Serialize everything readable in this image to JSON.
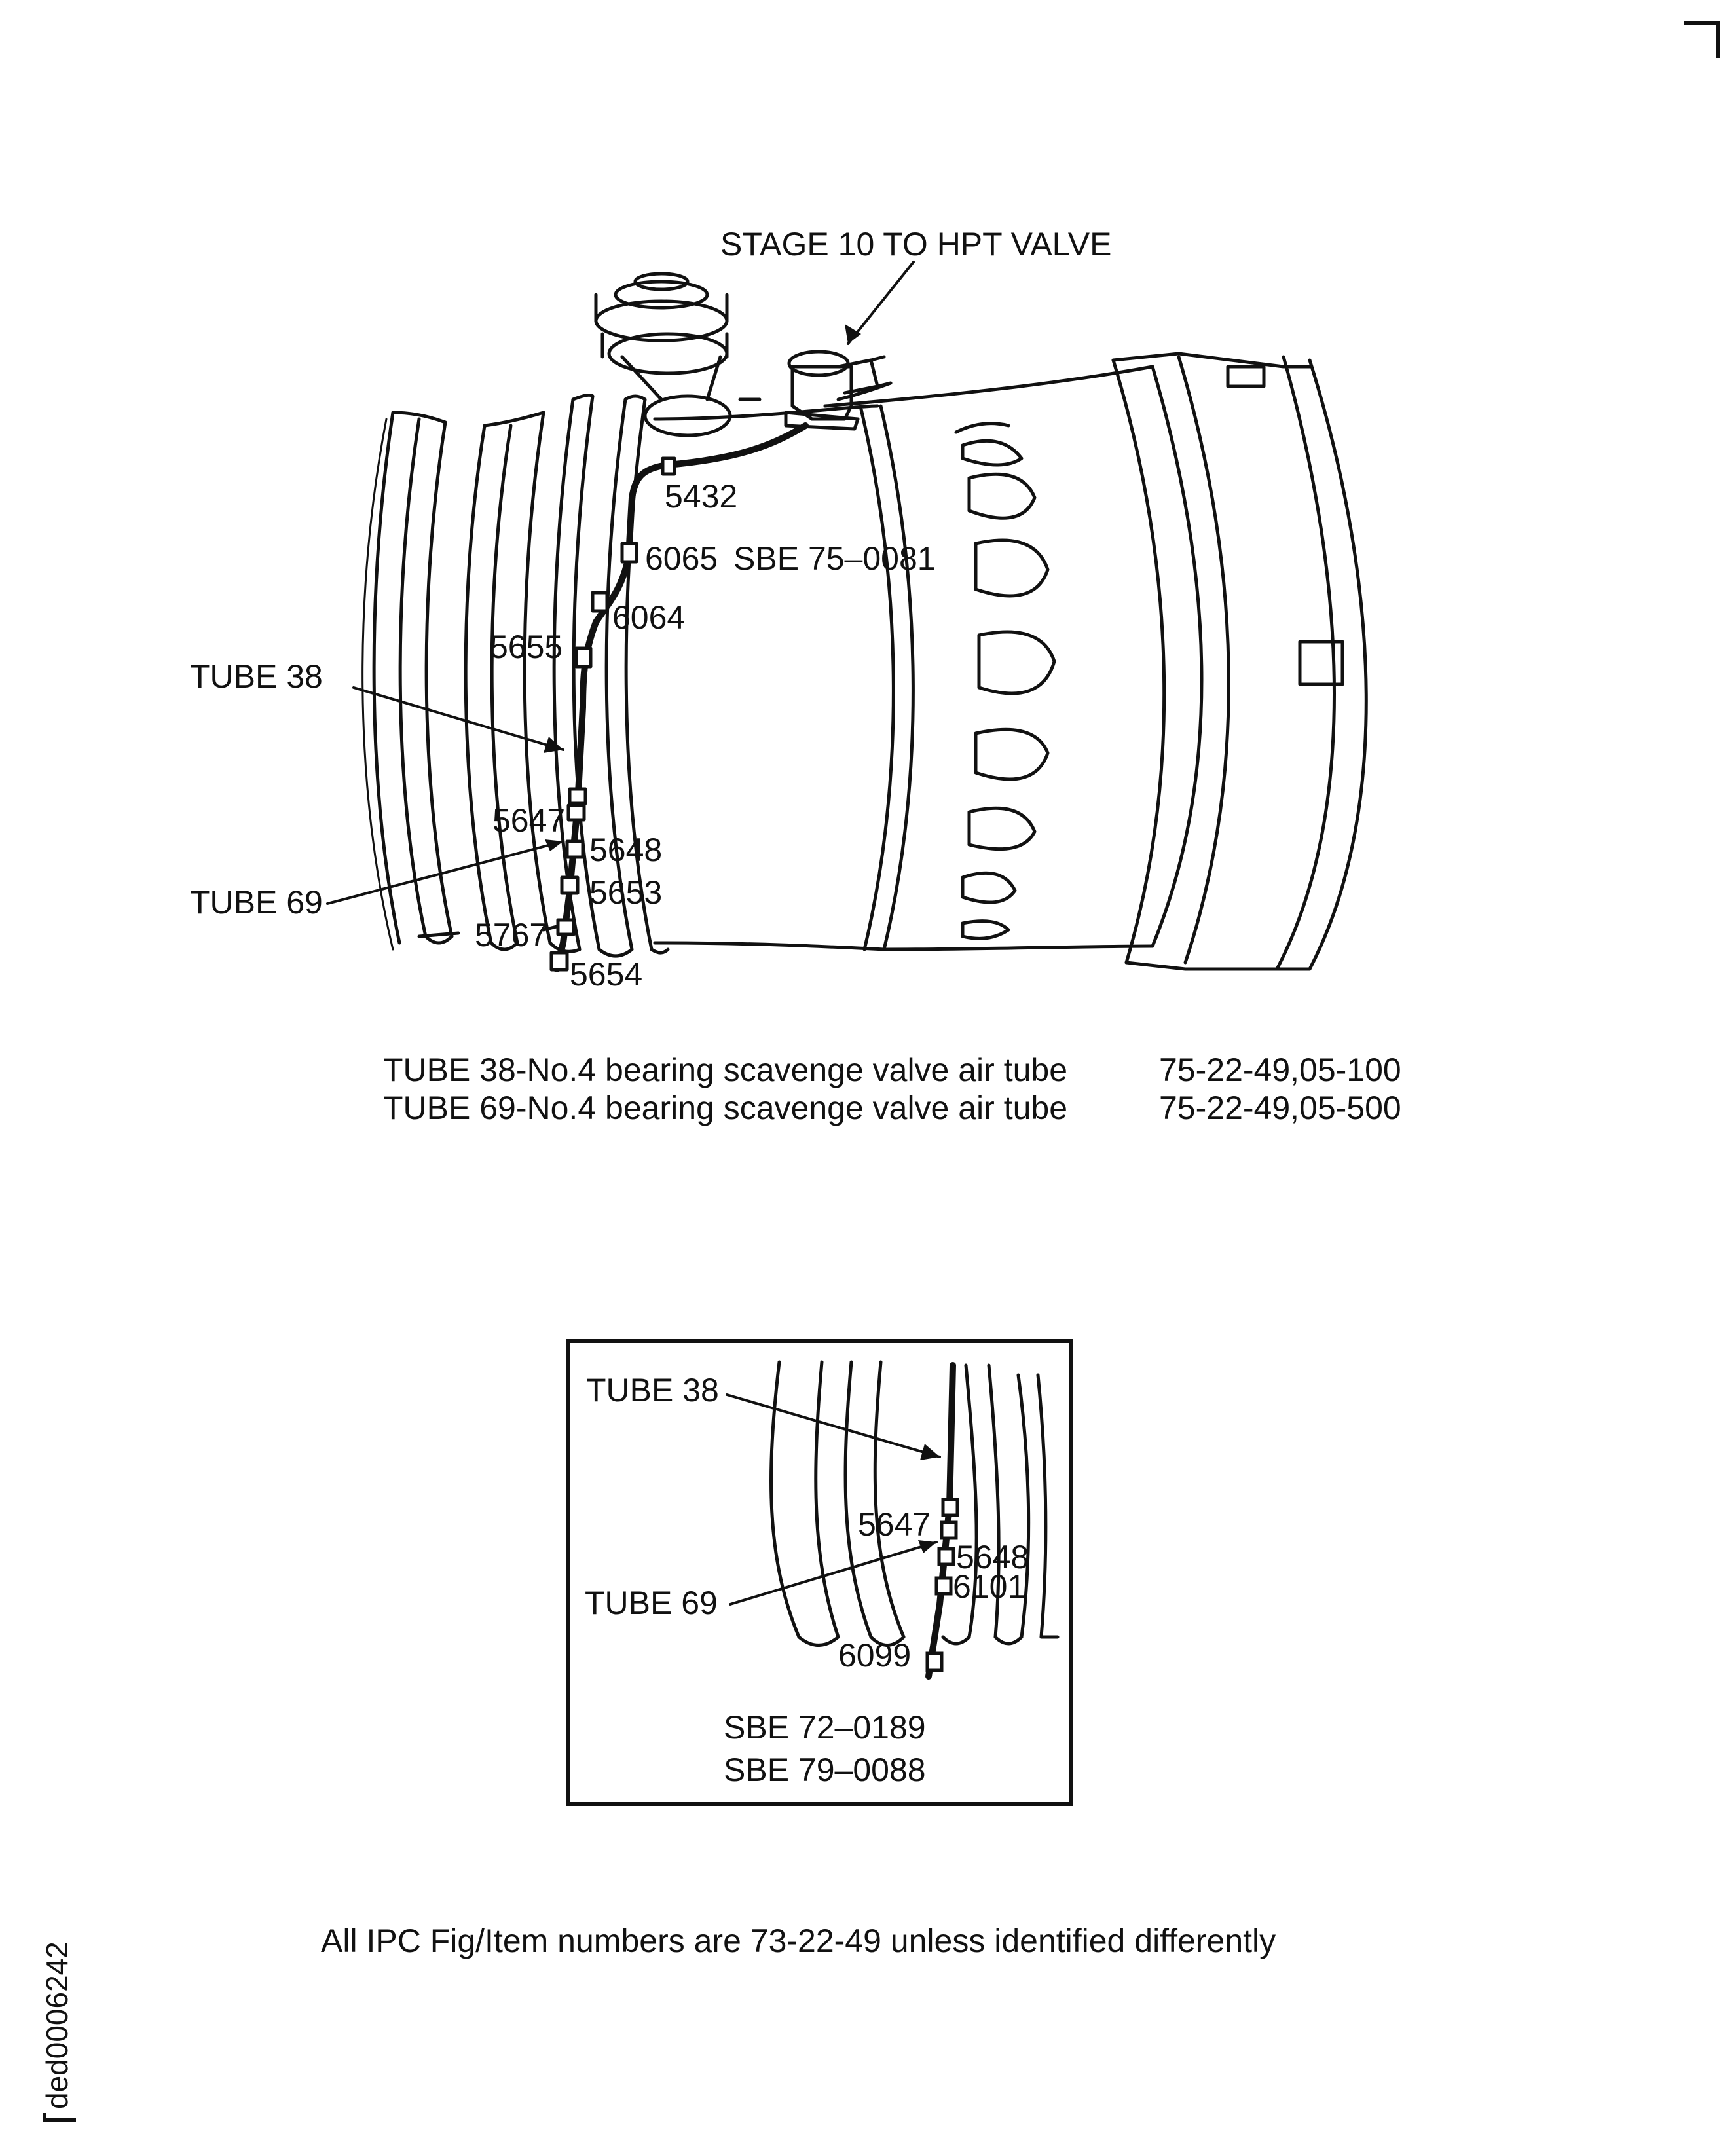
{
  "figure": {
    "main_labels": {
      "stage10": "STAGE 10 TO HPT VALVE",
      "tube38": "TUBE 38",
      "tube69": "TUBE 69",
      "l5432": "5432",
      "l6065": "6065",
      "sbe7500": "SBE 75–0081",
      "l6064": "6064",
      "l5655": "5655",
      "l5647": "5647",
      "l5648": "5648",
      "l5653": "5653",
      "l5767": "5767",
      "l5654": "5654"
    },
    "captions": {
      "tube38_name": "TUBE 38-No.4 bearing scavenge valve air tube",
      "tube38_ref": "75-22-49,05-100",
      "tube69_name": "TUBE 69-No.4 bearing scavenge valve air tube",
      "tube69_ref": "75-22-49,05-500"
    },
    "inset_labels": {
      "tube38": "TUBE 38",
      "tube69": "TUBE 69",
      "l5647": "5647",
      "l5648": "5648",
      "l6101": "6101",
      "l6099": "6099",
      "sbe72": "SBE 72–0189",
      "sbe79": "SBE 79–0088"
    },
    "footer": "All IPC Fig/Item numbers are 73-22-49 unless identified differently",
    "side_id": "ded0006242"
  }
}
